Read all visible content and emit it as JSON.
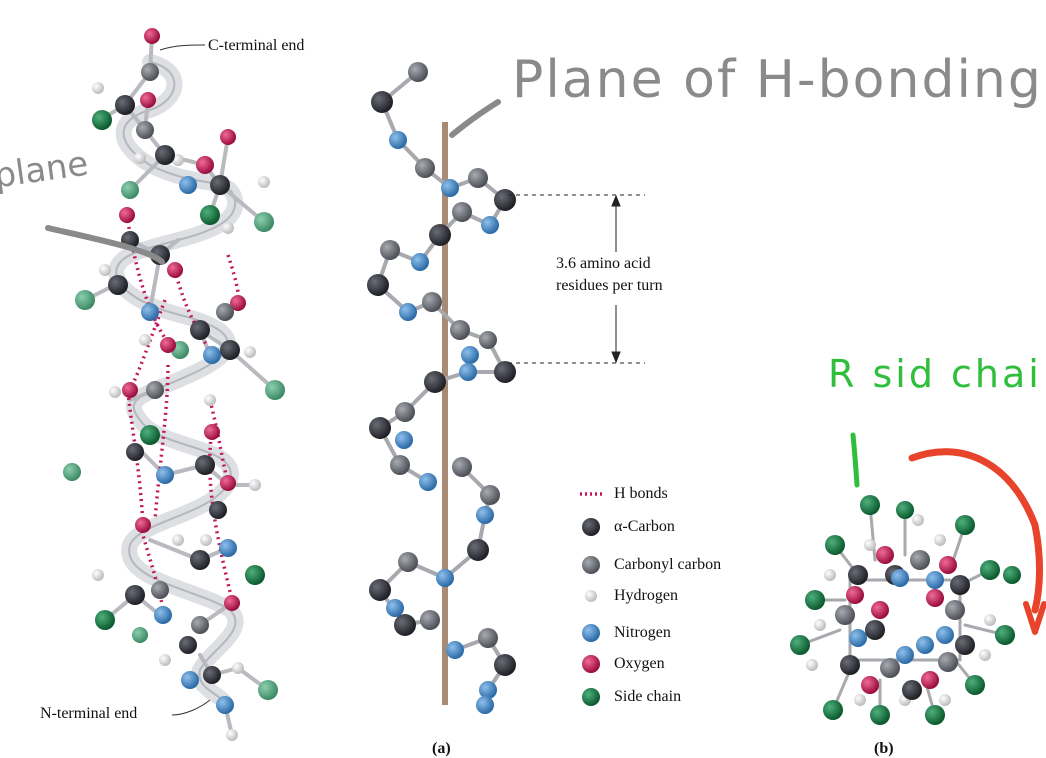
{
  "labels": {
    "c_terminal": "C-terminal end",
    "n_terminal": "N-terminal end",
    "residues_per_turn_line1": "3.6 amino acid",
    "residues_per_turn_line2": "residues per turn",
    "panel_a": "(a)",
    "panel_b": "(b)"
  },
  "handwriting": {
    "plane_of_h_bonding": "Plane of H-bonding",
    "plane": "plane",
    "r_side_chain": "R sid chai"
  },
  "legend": [
    {
      "label": "H bonds",
      "icon": "dotted-line-icon",
      "color": "#c2185b"
    },
    {
      "label": "α-Carbon",
      "icon": "alpha-carbon-ball-icon",
      "color": "#2f3038"
    },
    {
      "label": "Carbonyl carbon",
      "icon": "carbonyl-carbon-ball-icon",
      "color": "#6b6e75"
    },
    {
      "label": "Hydrogen",
      "icon": "hydrogen-ball-icon",
      "color": "#e6e6e6"
    },
    {
      "label": "Nitrogen",
      "icon": "nitrogen-ball-icon",
      "color": "#3f86c6"
    },
    {
      "label": "Oxygen",
      "icon": "oxygen-ball-icon",
      "color": "#c0134f"
    },
    {
      "label": "Side chain",
      "icon": "side-chain-ball-icon",
      "color": "#15733e"
    }
  ],
  "colors": {
    "alpha_carbon": "#2f3038",
    "carbonyl_carbon": "#6b6e75",
    "hydrogen": "#e4e4e4",
    "nitrogen": "#3f86c6",
    "oxygen": "#c0134f",
    "side_chain": "#15733e",
    "side_chain_light": "#4f9d7a",
    "axis_rod": "#a88b74",
    "hbond": "#c2185b",
    "annotation_red": "#e8432b",
    "annotation_green": "#2fbf3b",
    "annotation_gray": "#8a8a8a"
  }
}
